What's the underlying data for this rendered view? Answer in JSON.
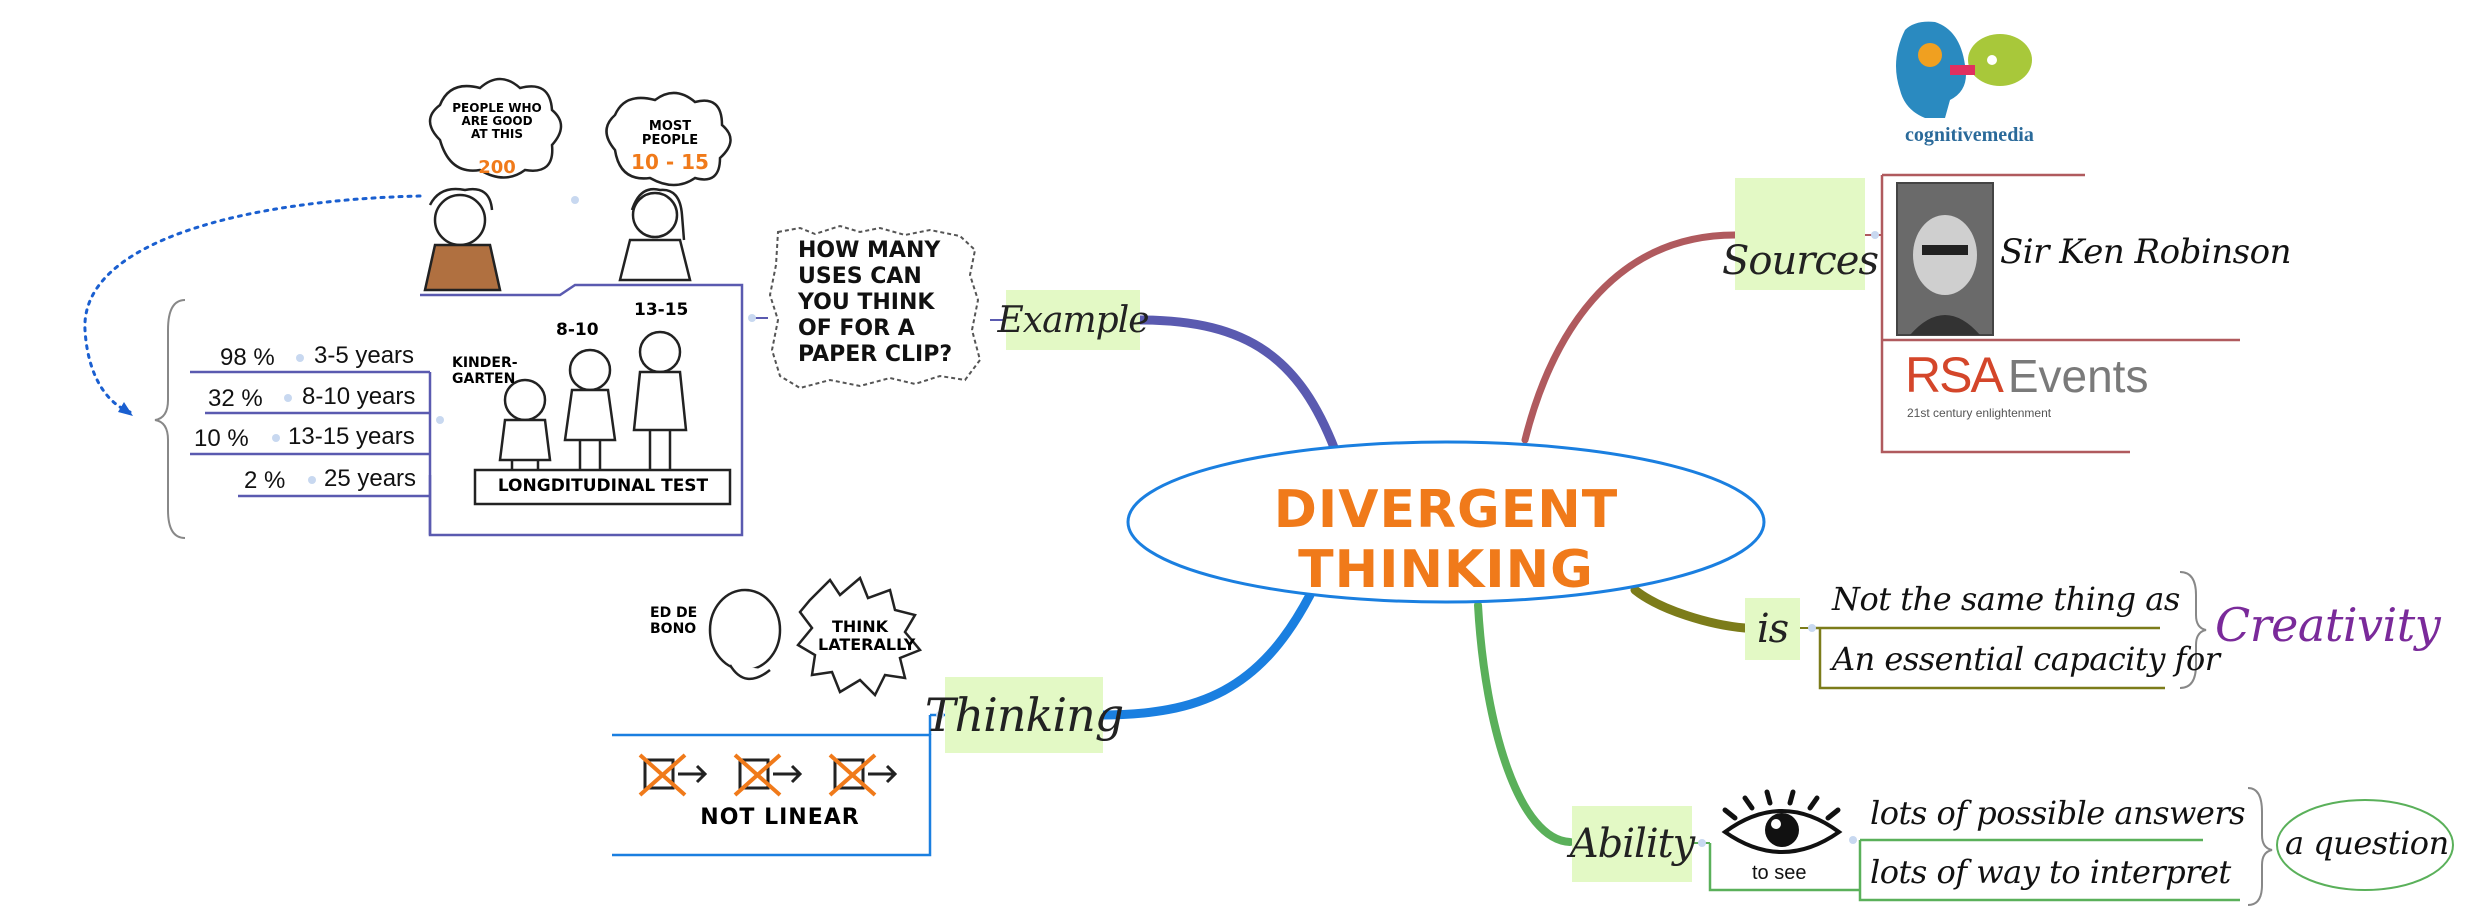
{
  "central": {
    "title": "DIVERGENT THINKING"
  },
  "branches": {
    "example": "Example",
    "thinking": "Thinking",
    "sources": "Sources",
    "is": "is",
    "ability": "Ability"
  },
  "example": {
    "question": "HOW MANY USES CAN YOU THINK OF FOR A PAPER CLIP?",
    "test_caption": "LONGDITUDINAL TEST",
    "test_labels": {
      "kindergarten": "KINDER- GARTEN",
      "age1": "8-10",
      "age2": "13-15"
    },
    "bubble_left": {
      "text": "PEOPLE WHO ARE GOOD AT THIS",
      "number": "200"
    },
    "bubble_right": {
      "text": "MOST PEOPLE",
      "number": "10 - 15"
    },
    "results": [
      {
        "percent": "98 %",
        "age": "3-5 years"
      },
      {
        "percent": "32 %",
        "age": "8-10 years"
      },
      {
        "percent": "10 %",
        "age": "13-15 years"
      },
      {
        "percent": "2 %",
        "age": "25 years"
      }
    ]
  },
  "thinking": {
    "person": "ED DE BONO",
    "bubble": "THINK LATERALLY",
    "caption": "NOT LINEAR"
  },
  "sources": {
    "person": "Sir Ken Robinson",
    "rsa": "RSA",
    "events": "Events",
    "tagline": "21st century enlightenment",
    "logo": "cognitivemedia"
  },
  "is": {
    "items": [
      "Not the same thing as",
      "An essential capacity for"
    ],
    "target": "Creativity"
  },
  "ability": {
    "icon_caption": "to see",
    "items": [
      "lots of possible answers",
      "lots of way to  interpret"
    ],
    "target": "a question"
  },
  "colors": {
    "example": "#5a5ab0",
    "thinking": "#1a7fe0",
    "sources": "#b05a5e",
    "is": "#7c7c1a",
    "ability": "#5ab05a",
    "central_text": "#f07a1a",
    "creativity": "#7a2a9a"
  }
}
